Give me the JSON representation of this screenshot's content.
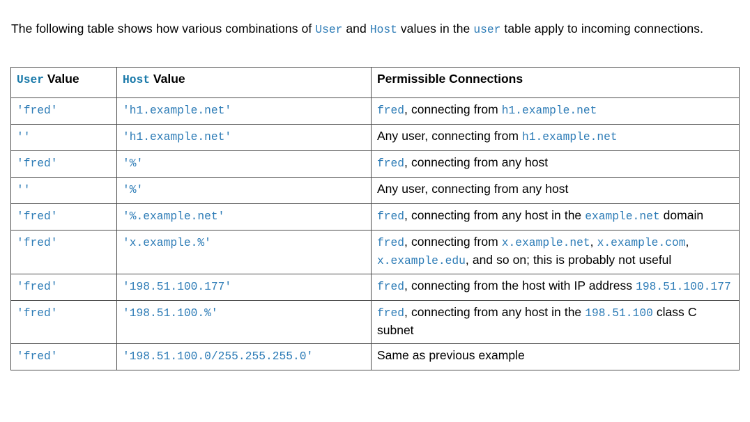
{
  "intro": {
    "part1": "The following table shows how various combinations of ",
    "code_user": "User",
    "part2": " and ",
    "code_host": "Host",
    "part3": " values in the ",
    "code_user_table": "user",
    "part4": " table apply to incoming connections."
  },
  "table": {
    "headers": {
      "col1_code": "User",
      "col1_text": " Value",
      "col2_code": "Host",
      "col2_text": " Value",
      "col3": "Permissible Connections"
    },
    "rows": [
      {
        "user": "'fred'",
        "host": "'h1.example.net'",
        "desc": [
          {
            "type": "code",
            "text": "fred"
          },
          {
            "type": "text",
            "text": ", connecting from "
          },
          {
            "type": "code",
            "text": "h1.example.net"
          }
        ]
      },
      {
        "user": "''",
        "host": "'h1.example.net'",
        "desc": [
          {
            "type": "text",
            "text": "Any user, connecting from "
          },
          {
            "type": "code",
            "text": "h1.example.net"
          }
        ]
      },
      {
        "user": "'fred'",
        "host": "'%'",
        "desc": [
          {
            "type": "code",
            "text": "fred"
          },
          {
            "type": "text",
            "text": ", connecting from any host"
          }
        ]
      },
      {
        "user": "''",
        "host": "'%'",
        "desc": [
          {
            "type": "text",
            "text": "Any user, connecting from any host"
          }
        ]
      },
      {
        "user": "'fred'",
        "host": "'%.example.net'",
        "desc": [
          {
            "type": "code",
            "text": "fred"
          },
          {
            "type": "text",
            "text": ", connecting from any host in the "
          },
          {
            "type": "code",
            "text": "example.net"
          },
          {
            "type": "text",
            "text": " domain"
          }
        ]
      },
      {
        "user": "'fred'",
        "host": "'x.example.%'",
        "desc": [
          {
            "type": "code",
            "text": "fred"
          },
          {
            "type": "text",
            "text": ", connecting from "
          },
          {
            "type": "code",
            "text": "x.example.net"
          },
          {
            "type": "text",
            "text": ", "
          },
          {
            "type": "code",
            "text": "x.example.com"
          },
          {
            "type": "text",
            "text": ", "
          },
          {
            "type": "code",
            "text": "x.example.edu"
          },
          {
            "type": "text",
            "text": ", and so on; this is probably not useful"
          }
        ]
      },
      {
        "user": "'fred'",
        "host": "'198.51.100.177'",
        "desc": [
          {
            "type": "code",
            "text": "fred"
          },
          {
            "type": "text",
            "text": ", connecting from the host with IP address "
          },
          {
            "type": "code",
            "text": "198.51.100.177"
          }
        ]
      },
      {
        "user": "'fred'",
        "host": "'198.51.100.%'",
        "desc": [
          {
            "type": "code",
            "text": "fred"
          },
          {
            "type": "text",
            "text": ", connecting from any host in the "
          },
          {
            "type": "code",
            "text": "198.51.100"
          },
          {
            "type": "text",
            "text": " class C subnet"
          }
        ]
      },
      {
        "user": "'fred'",
        "host": "'198.51.100.0/255.255.255.0'",
        "desc": [
          {
            "type": "text",
            "text": "Same as previous example"
          }
        ]
      }
    ]
  },
  "colors": {
    "code_blue": "#2C7BB6",
    "header_code_blue": "#1979A9",
    "border": "#4d4d4d",
    "text": "#000000",
    "background": "#ffffff"
  }
}
